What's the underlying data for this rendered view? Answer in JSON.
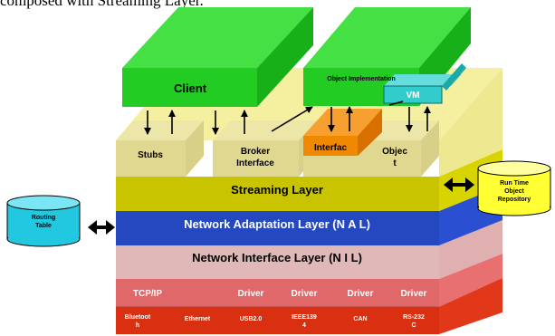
{
  "caption": "composed with Streaming Layer.",
  "colors": {
    "client_green": "#22cc22",
    "yellow_top": "#f5f0a0",
    "stubs_block": "#e0d890",
    "streaming": "#c8c400",
    "nal": "#2448c0",
    "nil": "#e0b8b8",
    "lower_red": "#e06060",
    "bottom_red": "#d83010",
    "orange": "#f08800",
    "cyan": "#33cccc"
  },
  "blocks": {
    "client": "Client",
    "object_impl": "Object Implementation",
    "vm": "VM",
    "stubs": "Stubs",
    "broker_interface": [
      "Broker",
      "Interface"
    ],
    "interface": "Interfac",
    "object": [
      "Objec",
      "t"
    ]
  },
  "layers": {
    "streaming": "Streaming Layer",
    "nal": "Network Adaptation Layer (N A L)",
    "nil": "Network Interface Layer (N I L)"
  },
  "row_mid": [
    "TCP/IP",
    "Driver",
    "Driver",
    "Driver",
    "Driver"
  ],
  "row_bottom": [
    [
      "Bluetoot",
      "h"
    ],
    [
      "Ethernet"
    ],
    [
      "USB2.0"
    ],
    [
      "IEEE139",
      "4"
    ],
    [
      "CAN"
    ],
    [
      "RS-232",
      "C"
    ]
  ],
  "routing_table": [
    "Routing",
    "Table"
  ],
  "repository": [
    "Run Time",
    "Object",
    "Repository"
  ],
  "icons": [
    "double-arrow-icon",
    "arrow-up-icon",
    "arrow-down-icon",
    "database-cylinder-icon"
  ]
}
